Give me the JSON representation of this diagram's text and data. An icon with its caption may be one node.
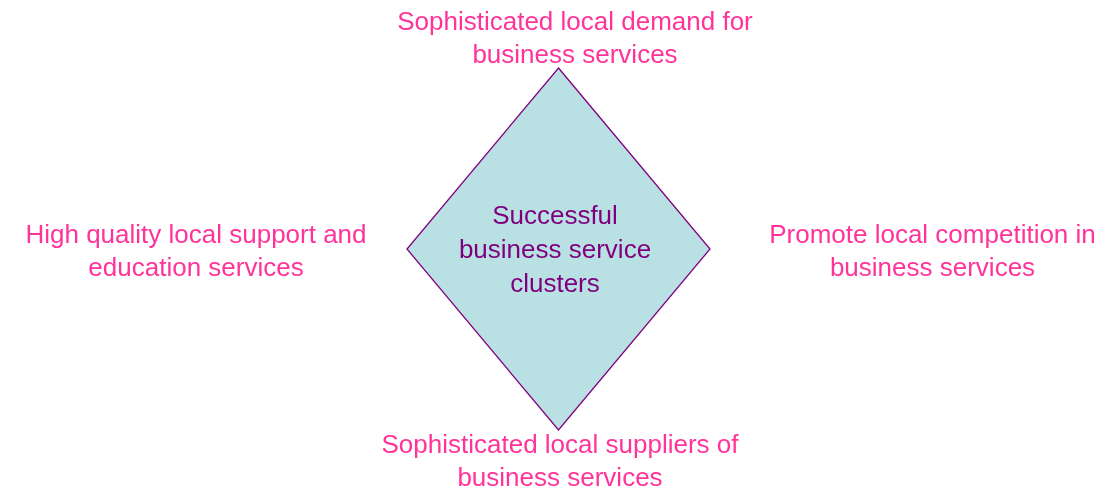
{
  "diagram": {
    "nodes": [
      {
        "text": [
          "Successful business service clusters"
        ]
      }
    ],
    "labels": [
      "Sophisticated local demand for business services",
      "High quality local support and education services",
      "Promote local competition in business services",
      "Sophisticated local suppliers of business services"
    ]
  }
}
